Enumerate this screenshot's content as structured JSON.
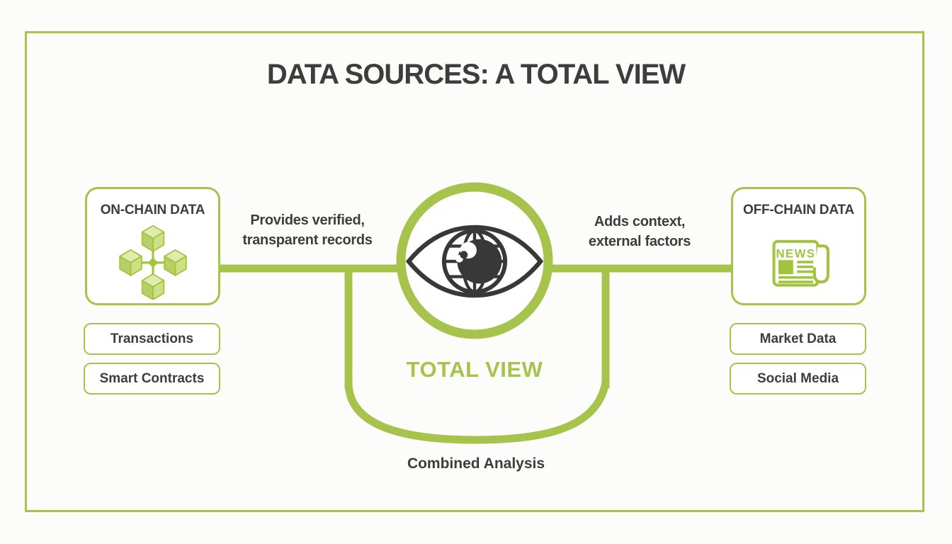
{
  "colors": {
    "accent_green": "#a6c44b",
    "accent_green_fill": "#a3c33f",
    "cube_fill_light": "#e0ebae",
    "cube_fill_mid": "#cde085",
    "cube_fill_dark": "#b7d066",
    "text_dark": "#3d3d3d",
    "eye_dark": "#383838",
    "background": "#fcfdfb"
  },
  "title": "DATA SOURCES: A TOTAL VIEW",
  "center": {
    "icon": "eye-globe-icon",
    "label": "TOTAL VIEW"
  },
  "left_column": {
    "card_title": "ON-CHAIN DATA",
    "icon": "blockchain-cubes-icon",
    "connector_lines": [
      "Provides verified,",
      "transparent records"
    ],
    "items": [
      "Transactions",
      "Smart Contracts"
    ]
  },
  "right_column": {
    "card_title": "OFF-CHAIN DATA",
    "icon": "newspaper-icon",
    "newspaper_text": "NEWS",
    "connector_lines": [
      "Adds context,",
      "external factors"
    ],
    "items": [
      "Market Data",
      "Social Media"
    ]
  },
  "bottom": {
    "label": "Combined Analysis"
  }
}
